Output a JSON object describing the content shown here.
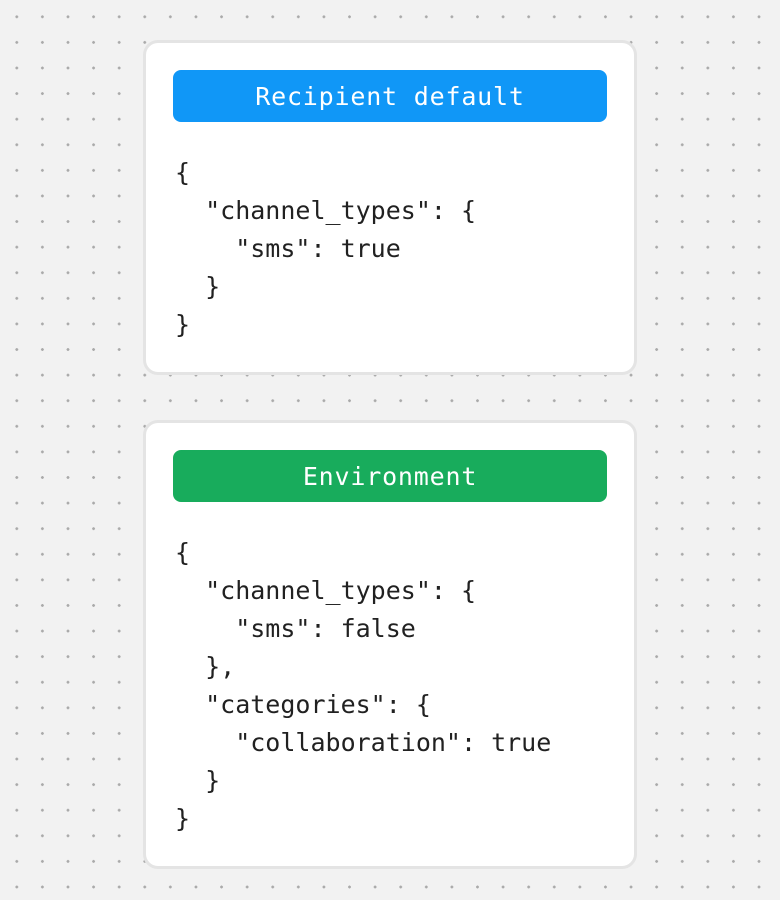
{
  "page": {
    "background_color": "#f2f2f2",
    "dot_color": "#aaaaaa",
    "card_background": "#ffffff",
    "card_border_color": "#e4e4e4",
    "code_text_color": "#212121"
  },
  "cards": [
    {
      "title": "Recipient default",
      "title_bg": "#1097f7",
      "title_text_color": "#ffffff",
      "code": "{\n  \"channel_types\": {\n    \"sms\": true\n  }\n}"
    },
    {
      "title": "Environment",
      "title_bg": "#18ac5c",
      "title_text_color": "#ffffff",
      "code": "{\n  \"channel_types\": {\n    \"sms\": false\n  },\n  \"categories\": {\n    \"collaboration\": true\n  }\n}"
    }
  ]
}
